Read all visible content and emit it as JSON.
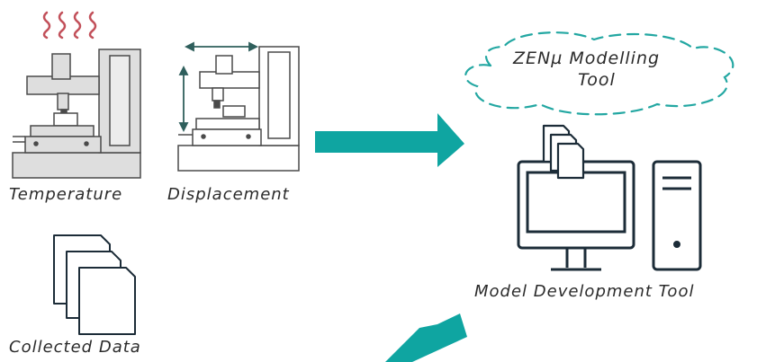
{
  "labels": {
    "temperature": "Temperature",
    "displacement": "Displacement",
    "collected_data": "Collected  Data",
    "model_dev_tool": "Model Development Tool",
    "cloud_line1": "ZENµ Modelling",
    "cloud_line2": "Tool"
  },
  "colors": {
    "arrow": "#0fa5a1",
    "cloud_dash": "#23a7a2",
    "heat_waves": "#c2505a",
    "machine_fill": "#dedede",
    "machine_stroke": "#4a4a4a",
    "icon_stroke": "#1c2c38",
    "text": "#2b2b2b"
  },
  "icons": {
    "temperature_machine": "cnc-machine-heat-icon",
    "displacement_machine": "cnc-machine-displacement-icon",
    "documents": "document-stack-icon",
    "computer": "desktop-computer-icon",
    "cloud": "dashed-cloud-icon"
  }
}
